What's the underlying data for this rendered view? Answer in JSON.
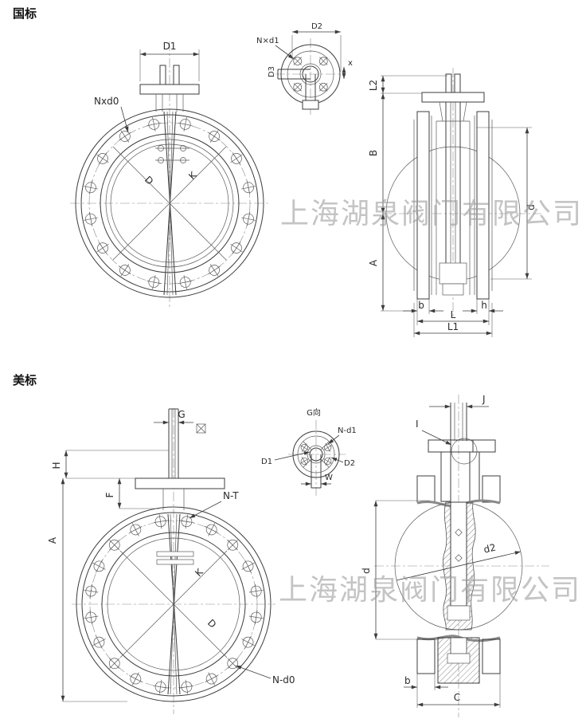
{
  "page": {
    "background": "#ffffff",
    "line_color": "#3c3c3c",
    "watermark_color": "#9d9d9d"
  },
  "gb_section": {
    "heading": "国标",
    "watermark": "上海湖泉阀门有限公司",
    "front_view": {
      "dim_D1": "D1",
      "label_Nxd0": "Nxd0",
      "label_D": "D",
      "label_K": "K"
    },
    "top_flange_view": {
      "dim_D2": "D2",
      "label_Nxd1": "N×d1",
      "label_D3": "D3",
      "label_x": "x"
    },
    "side_view": {
      "dim_L2": "L2",
      "dim_B": "B",
      "dim_A": "A",
      "dim_d": "d",
      "dim_b": "b",
      "dim_h": "h",
      "dim_L": "L",
      "dim_L1": "L1"
    }
  },
  "us_section": {
    "heading": "美标",
    "watermark": "上海湖泉阀门有限公司",
    "front_view": {
      "dim_G": "G",
      "dim_H": "H",
      "dim_F": "F",
      "dim_A": "A",
      "label_NT": "N-T",
      "label_K": "K",
      "label_D": "D",
      "label_Nd0": "N-d0"
    },
    "top_flange_view": {
      "label_Gview": "G向",
      "label_Nd1": "N-d1",
      "label_D1": "D1",
      "label_D2": "D2",
      "dim_W": "W"
    },
    "side_view": {
      "dim_J": "J",
      "label_I": "I",
      "dim_d": "d",
      "label_d2": "d2",
      "dim_b": "b",
      "dim_C": "C"
    }
  }
}
